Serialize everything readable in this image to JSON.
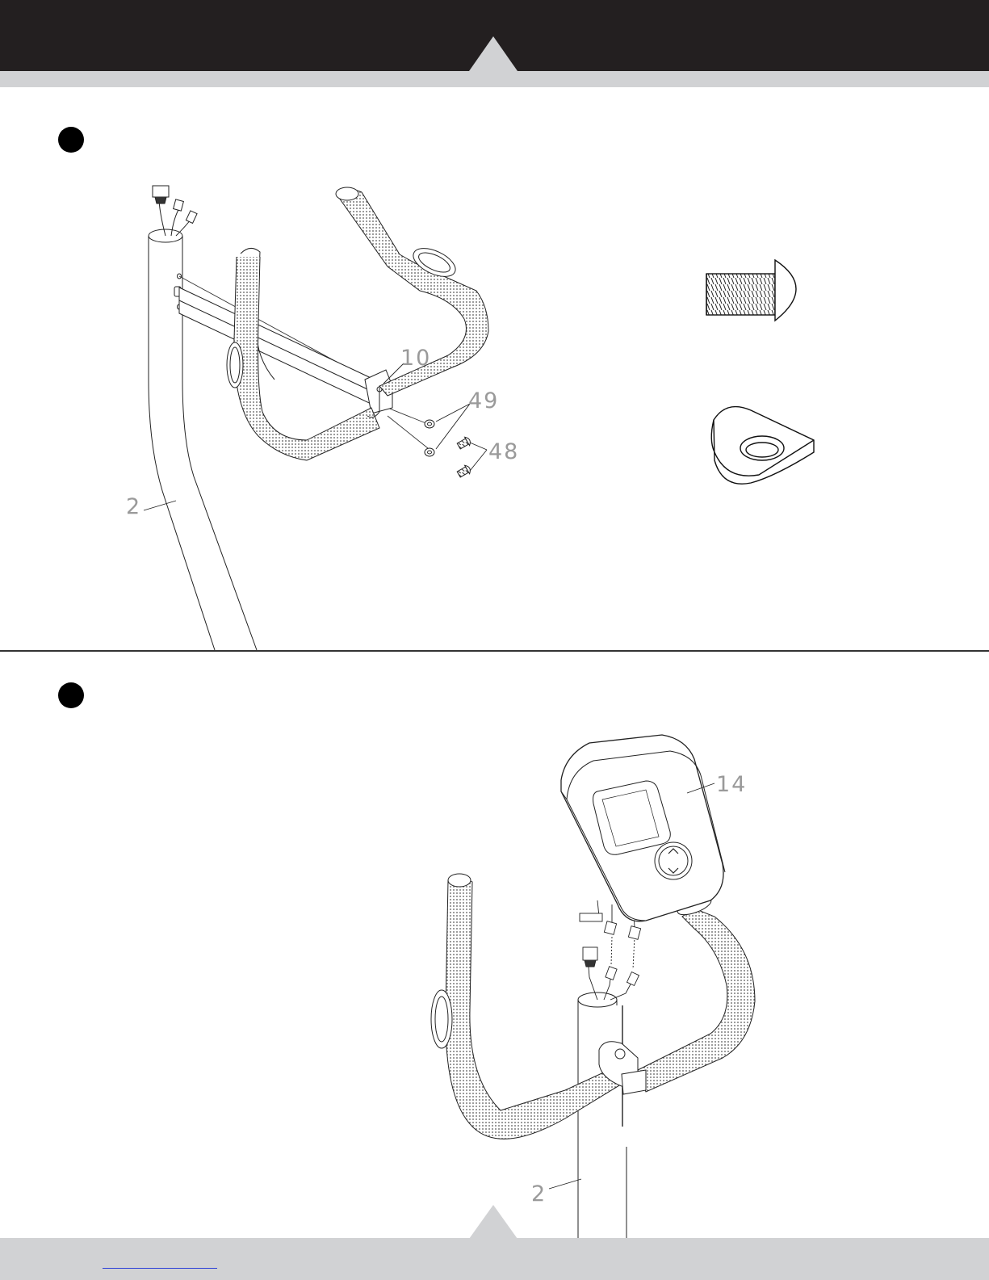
{
  "step_markers": [
    "",
    ""
  ],
  "callouts": {
    "step1": [
      "10",
      "49",
      "48",
      "2"
    ],
    "step2": [
      "14",
      "2"
    ]
  },
  "colors": {
    "header": "#231f20",
    "band": "#d1d2d4",
    "link": "#2b3fd6"
  }
}
